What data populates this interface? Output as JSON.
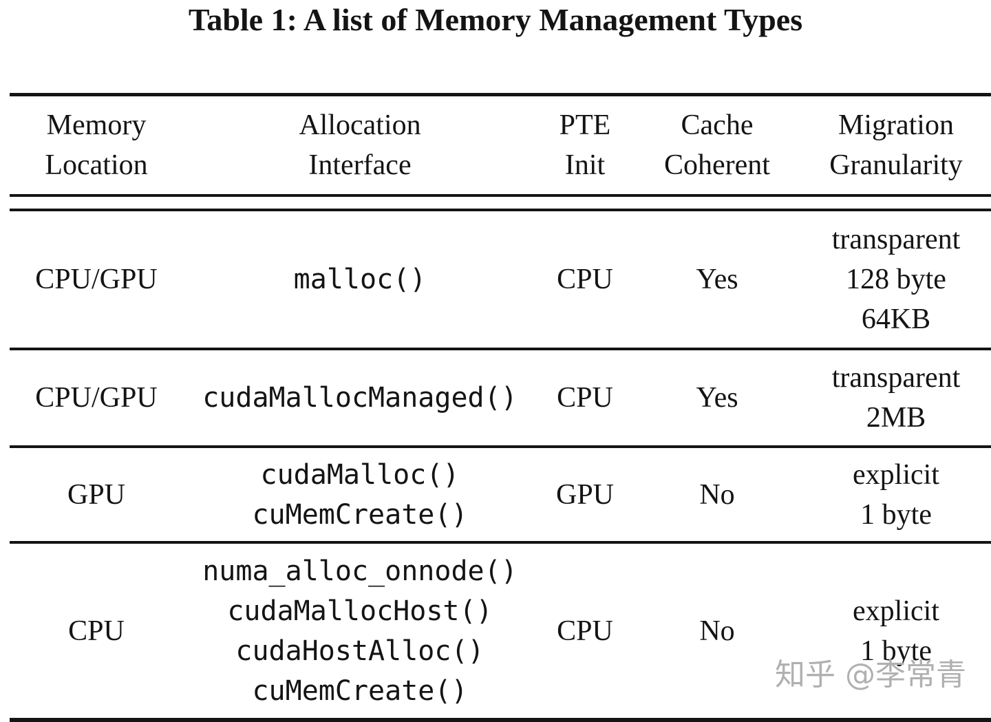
{
  "title": "Table 1: A list of Memory Management Types",
  "watermark": "知乎 @李常青",
  "colors": {
    "text": "#141414",
    "rule": "#141414",
    "watermark": "#b0b0b0",
    "background": "#ffffff"
  },
  "table": {
    "columns": [
      {
        "line1": "Memory",
        "line2": "Location"
      },
      {
        "line1": "Allocation",
        "line2": "Interface"
      },
      {
        "line1": "PTE",
        "line2": "Init"
      },
      {
        "line1": "Cache",
        "line2": "Coherent"
      },
      {
        "line1": "Migration",
        "line2": "Granularity"
      }
    ],
    "rows": [
      {
        "memory_location": "CPU/GPU",
        "allocation_interface": [
          "malloc()"
        ],
        "pte_init": "CPU",
        "cache_coherent": "Yes",
        "migration_granularity": [
          "transparent",
          "128 byte",
          "64KB"
        ]
      },
      {
        "memory_location": "CPU/GPU",
        "allocation_interface": [
          "cudaMallocManaged()"
        ],
        "pte_init": "CPU",
        "cache_coherent": "Yes",
        "migration_granularity": [
          "transparent",
          "2MB"
        ]
      },
      {
        "memory_location": "GPU",
        "allocation_interface": [
          "cudaMalloc()",
          "cuMemCreate()"
        ],
        "pte_init": "GPU",
        "cache_coherent": "No",
        "migration_granularity": [
          "explicit",
          "1 byte"
        ]
      },
      {
        "memory_location": "CPU",
        "allocation_interface": [
          "numa_alloc_onnode()",
          "cudaMallocHost()",
          "cudaHostAlloc()",
          "cuMemCreate()"
        ],
        "pte_init": "CPU",
        "cache_coherent": "No",
        "migration_granularity": [
          "explicit",
          "1 byte"
        ]
      }
    ]
  }
}
